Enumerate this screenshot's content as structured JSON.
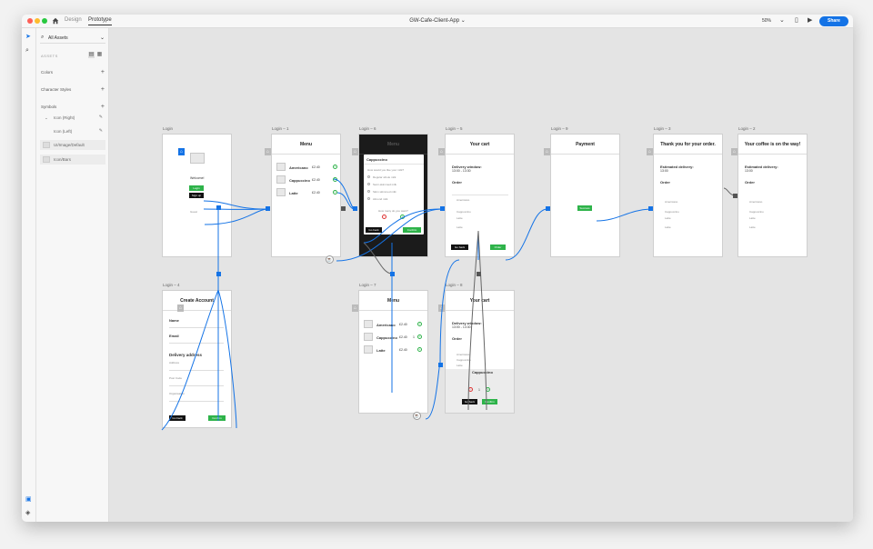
{
  "app": {
    "tabs": [
      "Design",
      "Prototype"
    ],
    "active_tab": "Prototype",
    "document_title": "GW-Cafe-Client-App",
    "zoom": "50%",
    "share_label": "Share"
  },
  "panel": {
    "filter_label": "All Assets",
    "assets_heading": "ASSETS",
    "sections": [
      "Colors",
      "Character Styles",
      "Symbols"
    ],
    "symbols": [
      "Icon (Right)",
      "Icon (Left)",
      "UI/Image/Default",
      "Icon/Bars"
    ]
  },
  "artboards": {
    "login": {
      "label": "Login",
      "welcome": "Welcome!",
      "login_btn": "Login",
      "signup_btn": "Sign up",
      "guest": "Guest"
    },
    "login1": {
      "label": "Login – 1",
      "title": "Menu",
      "items": [
        {
          "name": "Americano",
          "price": "£2.40"
        },
        {
          "name": "Cappuccino",
          "price": "£2.40"
        },
        {
          "name": "Latte",
          "price": "£2.40"
        }
      ]
    },
    "login6": {
      "label": "Login – 6",
      "title": "Menu",
      "modal_title": "Cappuccino",
      "question": "How would you like your milk?",
      "options": [
        "Regular whole milk",
        "Semi-skimmed milk",
        "Skim skimmed milk",
        "Almond milk"
      ],
      "quantity_q": "How many do you want?",
      "cancel": "Go back",
      "confirm": "Confirm"
    },
    "login5": {
      "label": "Login – 5",
      "title": "Your cart",
      "delivery_label": "Delivery window:",
      "delivery_time": "13:00 - 13:30",
      "order_label": "Order",
      "rows": [
        "Americano",
        "Cappuccino",
        "Latte",
        "Latte"
      ],
      "back": "Go back",
      "order": "Order"
    },
    "login9": {
      "label": "Login – 9",
      "title": "Payment",
      "btn": "Success"
    },
    "login3": {
      "label": "Login – 3",
      "title": "Thank you for your order.",
      "est_label": "Estimated delivery:",
      "est_time": "13:00",
      "order_label": "Order",
      "rows": [
        "Americano",
        "Cappuccino",
        "Latte",
        "Latte"
      ]
    },
    "login2": {
      "label": "Login – 2",
      "title": "Your coffee is on the way!",
      "est_label": "Estimated delivery:",
      "est_time": "13:00",
      "order_label": "Order",
      "rows": [
        "Americano",
        "Cappuccino",
        "Latte",
        "Latte"
      ]
    },
    "login4": {
      "label": "Login – 4",
      "title": "Create Account",
      "fields": [
        "Name",
        "Email"
      ],
      "delivery_heading": "Delivery address",
      "address_fields": [
        "Address",
        "Post Code",
        "Organisation"
      ],
      "back": "Go back",
      "confirm": "Confirm"
    },
    "login7": {
      "label": "Login – 7",
      "title": "Menu",
      "items": [
        {
          "name": "Americano",
          "price": "£2.40"
        },
        {
          "name": "Cappuccino",
          "price": "£2.40"
        },
        {
          "name": "Latte",
          "price": "£2.40"
        }
      ],
      "qty": "1"
    },
    "login8": {
      "label": "Login – 8",
      "title": "Your cart",
      "delivery_label": "Delivery window:",
      "delivery_time": "13:00 - 13:30",
      "order_label": "Order",
      "rows": [
        "Americano",
        "Cappuccino",
        "Latte"
      ],
      "sheet_title": "Cappuccino",
      "qty": "1",
      "back": "Go back",
      "confirm": "Confirm"
    }
  }
}
